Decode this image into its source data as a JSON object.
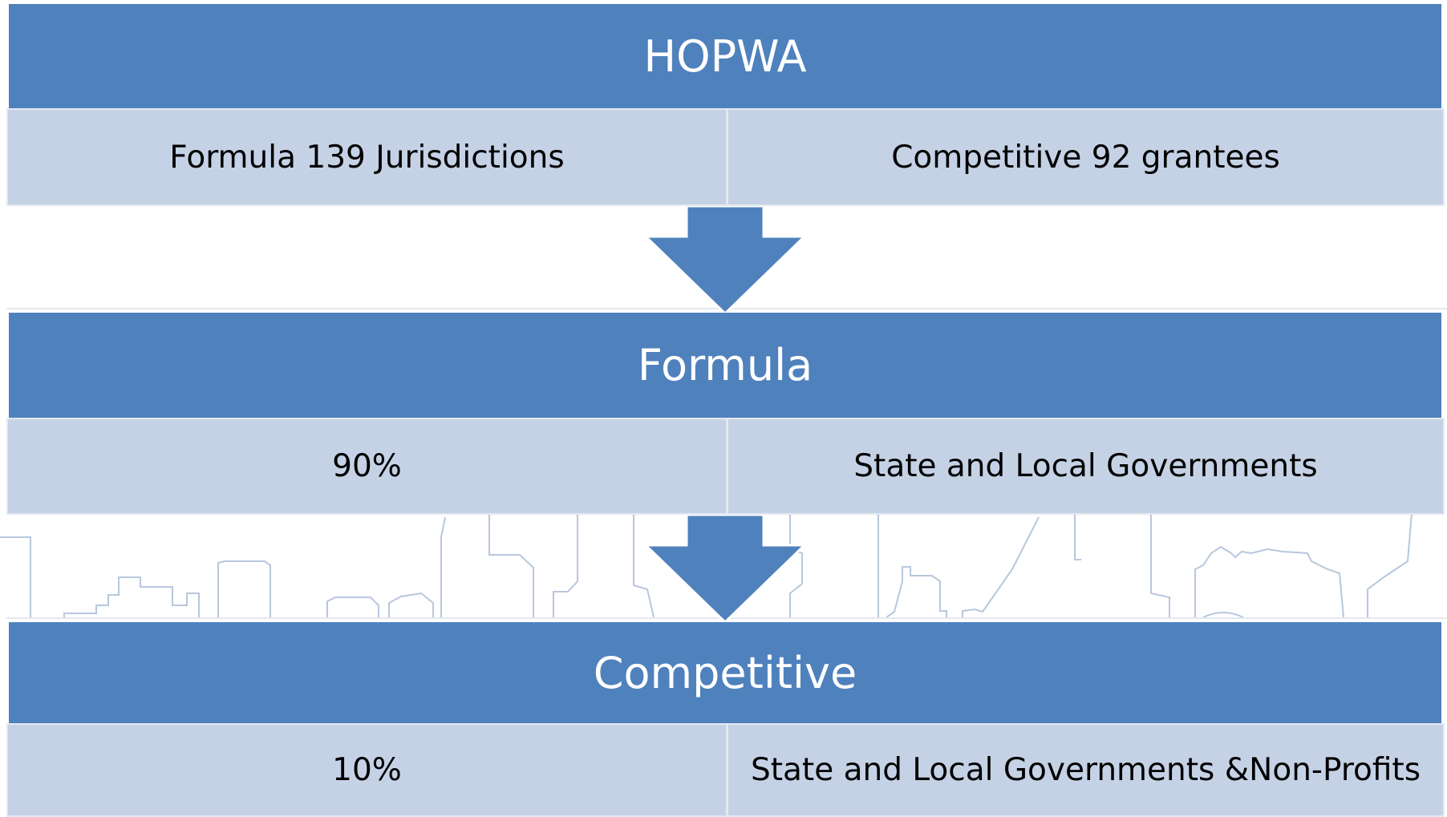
{
  "diagram": {
    "levels": [
      {
        "title": "HOPWA",
        "left": "Formula 139 Jurisdictions",
        "right": "Competitive 92 grantees"
      },
      {
        "title": "Formula",
        "left": "90%",
        "right": "State and Local  Governments"
      },
      {
        "title": "Competitive",
        "left": "10%",
        "right": "State and Local Governments &Non-Profits"
      }
    ],
    "colors": {
      "header_fill": "#4f81bd",
      "header_text": "#ffffff",
      "row_fill": "#c5d2e6",
      "row_text": "#000000",
      "arrow_fill": "#4f81bd",
      "skyline_stroke": "#b8c7dc"
    },
    "icons": [
      "down-arrow-icon",
      "city-skyline-icon"
    ]
  }
}
